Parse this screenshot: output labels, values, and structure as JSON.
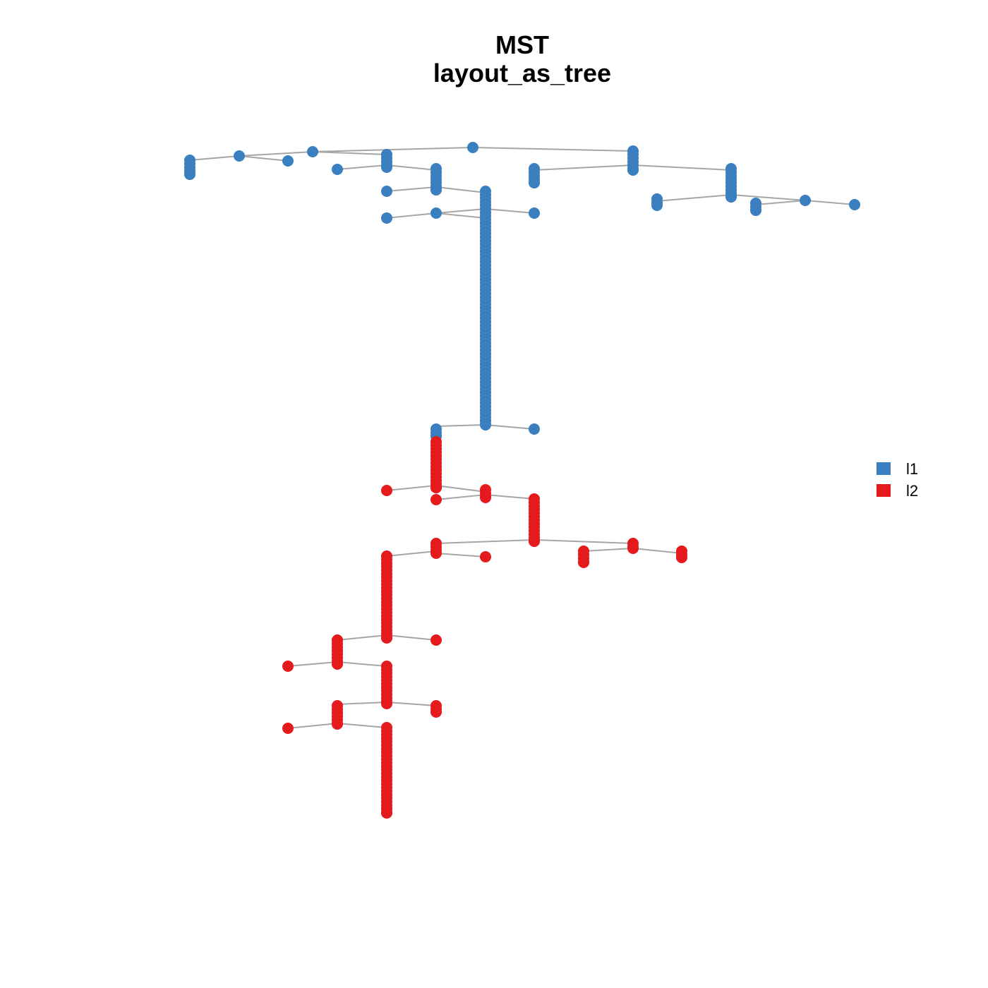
{
  "title": {
    "line1": "MST",
    "line2": "layout_as_tree"
  },
  "legend": [
    {
      "label": "l1",
      "color": "#3a7fbf"
    },
    {
      "label": "l2",
      "color": "#e41a1c"
    }
  ],
  "colors": {
    "edge": "#a6a6a6",
    "l1": "#3a7fbf",
    "l2": "#e41a1c"
  }
}
